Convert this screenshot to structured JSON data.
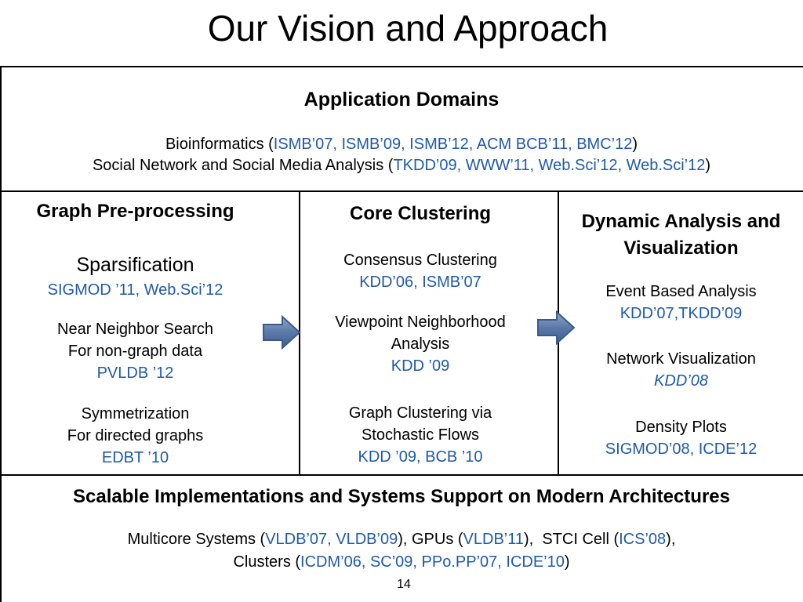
{
  "title": "Our Vision and Approach",
  "domains": {
    "heading": "Application Domains",
    "bioinformatics": {
      "label": "Bioinformatics (",
      "refs": "ISMB’07, ISMB’09, ISMB’12, ACM BCB’11, BMC’12",
      "close": ")"
    },
    "social": {
      "label": "Social Network and Social Media Analysis (",
      "refs": "TKDD’09, WWW’11, Web.Sci’12, Web.Sci’12",
      "close": ")"
    }
  },
  "columns": {
    "preprocessing": {
      "heading": "Graph Pre-processing",
      "sparsification": {
        "title": "Sparsification",
        "refs": "SIGMOD ’11, Web.Sci’12"
      },
      "near_neighbor": {
        "line1": "Near Neighbor Search",
        "line2": "For non-graph data",
        "refs": "PVLDB ’12"
      },
      "symmetrization": {
        "line1": "Symmetrization",
        "line2": "For directed graphs",
        "refs": "EDBT ’10"
      }
    },
    "clustering": {
      "heading": "Core Clustering",
      "consensus": {
        "title": "Consensus Clustering",
        "refs": "KDD’06, ISMB’07"
      },
      "viewpoint": {
        "line1": "Viewpoint Neighborhood",
        "line2": "Analysis",
        "refs": "KDD ’09"
      },
      "stochastic": {
        "line1": "Graph Clustering via",
        "line2": "Stochastic Flows",
        "refs": "KDD ’09, BCB ’10"
      }
    },
    "dynamic": {
      "heading_line1": "Dynamic Analysis and",
      "heading_line2": "Visualization",
      "event": {
        "title": "Event Based Analysis",
        "refs": "KDD’07,TKDD’09"
      },
      "network_vis": {
        "title": "Network Visualization",
        "refs": "KDD’08"
      },
      "density": {
        "title": "Density Plots",
        "refs": "SIGMOD’08, ICDE’12"
      }
    }
  },
  "systems": {
    "heading": "Scalable Implementations and Systems Support on Modern Architectures",
    "line1": {
      "a": "Multicore Systems (",
      "a_refs": "VLDB’07, VLDB’09",
      "b": "), GPUs (",
      "b_refs": "VLDB’11",
      "c": "),  STCI Cell (",
      "c_refs": "ICS’08",
      "d": "),"
    },
    "line2": {
      "a": "Clusters (",
      "a_refs": "ICDM’06, SC’09, PPo.PP’07, ICDE’10",
      "b": ")"
    }
  },
  "page_number": "14",
  "colors": {
    "reference_blue": "#1f5aa8",
    "arrow_fill": "#5b79a8",
    "arrow_stroke": "#3b5a8a"
  }
}
